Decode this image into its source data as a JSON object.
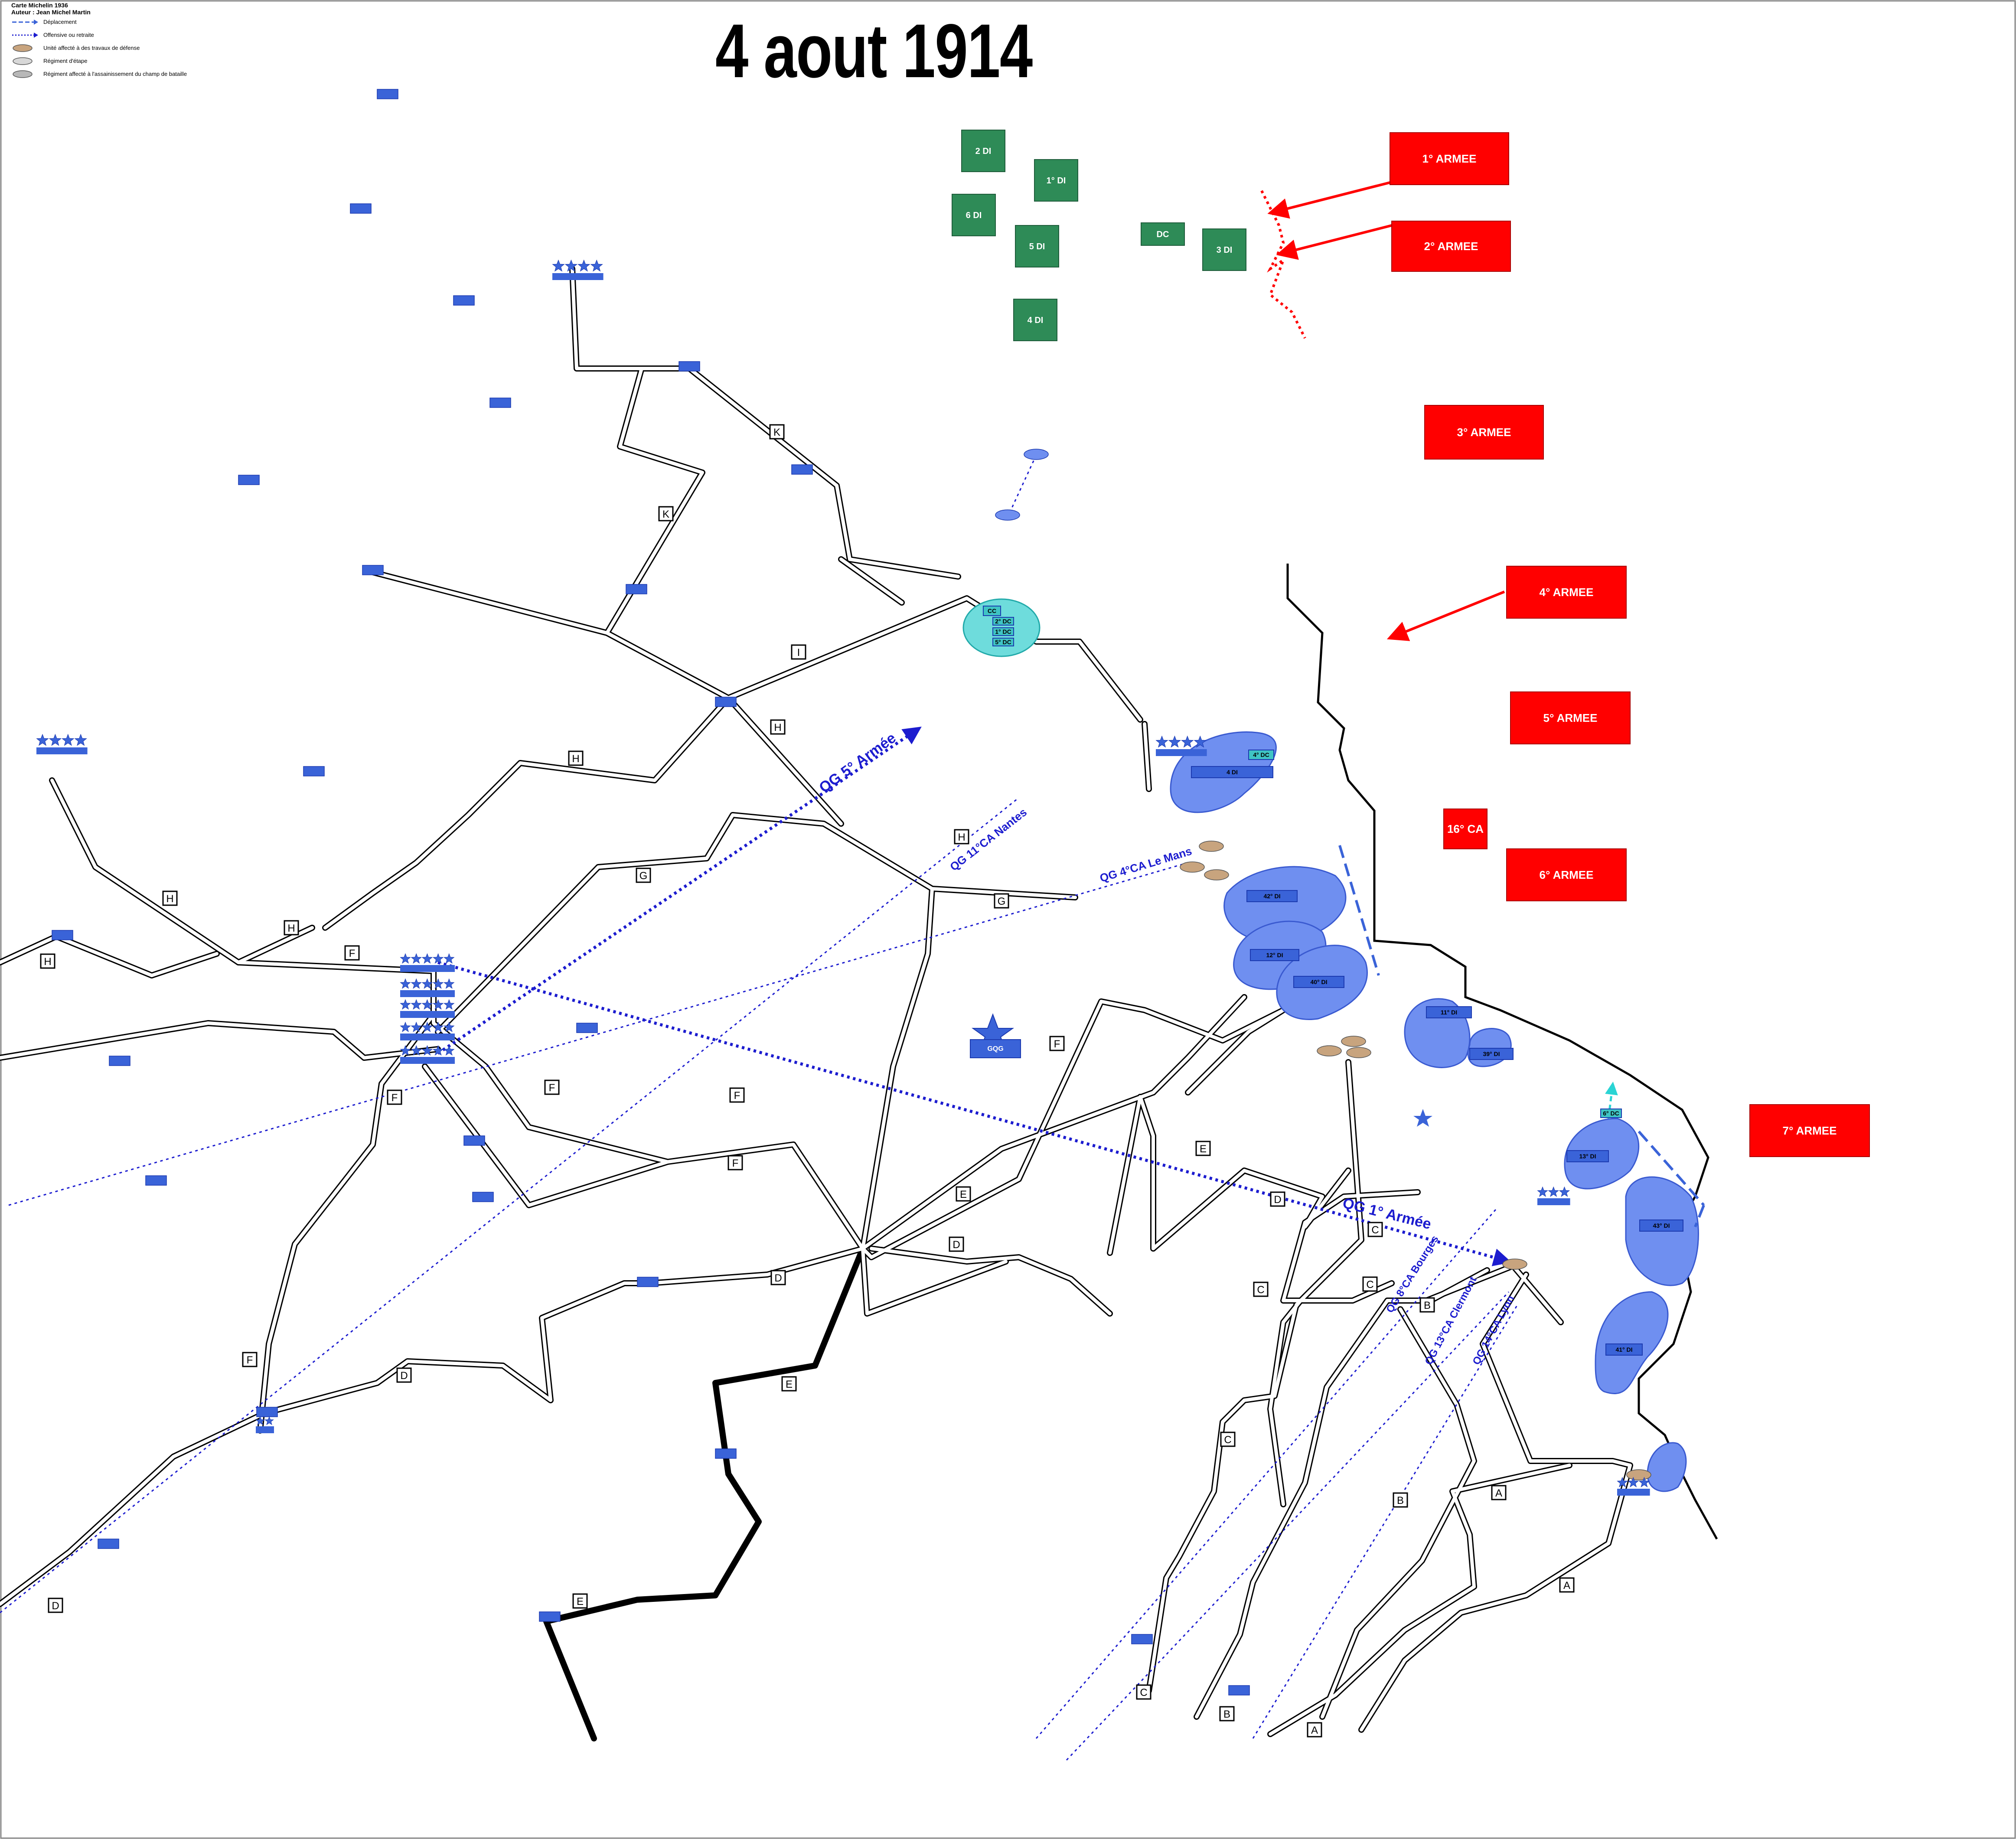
{
  "title": "4 aout 1914",
  "source": {
    "map": "Carte Michelin 1936",
    "author": "Auteur : Jean Michel Martin"
  },
  "legend": [
    {
      "symbol": "dashed-arrow",
      "label": "Déplacement"
    },
    {
      "symbol": "dotted-arrow",
      "label": "Offensive ou retraite"
    },
    {
      "symbol": "brown-ellipse",
      "label": "Unité affecté à des travaux de défense"
    },
    {
      "symbol": "grey-ellipse",
      "label": "Régiment d'étape"
    },
    {
      "symbol": "grey-ellipse-2",
      "label": "Régiment affecté à l'assainissement du champ de bataille"
    }
  ],
  "colors": {
    "french_unit": "#3a63d8",
    "french_zone": "#6f8ff0",
    "cavalry": "#3fc4c4",
    "cavalry_zone": "#6edcdc",
    "german_army": "#ff0000",
    "german_div": "#2e8b57",
    "brown_unit": "#c8a47e",
    "arrow_blue": "#1c1ccf",
    "front_red": "#ff0000"
  },
  "german_armies": [
    "1° ARMEE",
    "2° ARMEE",
    "3° ARMEE",
    "4° ARMEE",
    "5° ARMEE",
    "16° CA",
    "6° ARMEE",
    "7° ARMEE"
  ],
  "german_divisions": [
    "2 DI",
    "1° DI",
    "6 DI",
    "5 DI",
    "DC",
    "3 DI",
    "4 DI"
  ],
  "rail_lines": [
    "A",
    "B",
    "C",
    "D",
    "E",
    "F",
    "G",
    "H",
    "I",
    "K"
  ],
  "hq_labels": [
    "QG 5° Armée",
    "QG 11°CA Nantes",
    "QG 4°CA Le Mans",
    "QG 1° Armée",
    "QG 8°CA Bourges",
    "QG 13°CA Clermont",
    "QG 14°CA Lyon"
  ],
  "divisions": [
    "42° DI",
    "12° DI",
    "40° DI",
    "11° DI",
    "39° DI",
    "13° DI",
    "43° DI",
    "41° DI",
    "4 DI",
    "4° DC",
    "6° DC",
    "2° DC",
    "1° DC",
    "5° DC",
    "GQG",
    "CC"
  ]
}
